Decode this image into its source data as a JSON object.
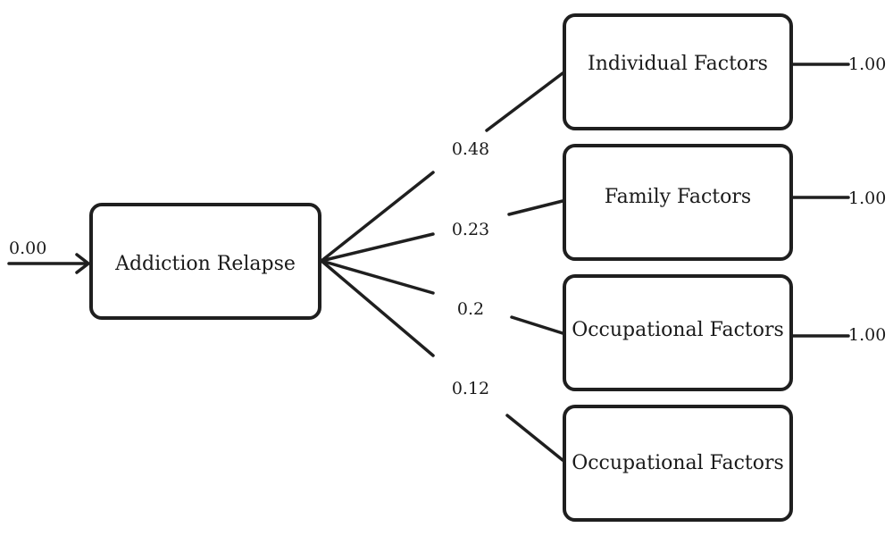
{
  "diagram": {
    "input_value": "0.00",
    "source_box": "Addiction Relapse",
    "targets": [
      {
        "label": "Individual Factors",
        "coefficient": "0.48",
        "output_value": "1.00"
      },
      {
        "label": "Family Factors",
        "coefficient": "0.23",
        "output_value": "1.00"
      },
      {
        "label": "Occupational Factors",
        "coefficient": "0.2",
        "output_value": "1.00"
      },
      {
        "label": "Occupational Factors",
        "coefficient": "0.12",
        "output_value": ""
      }
    ],
    "colors": {
      "stroke": "#1f1f1f",
      "background": "#ffffff",
      "text": "#1a1a1a"
    }
  }
}
